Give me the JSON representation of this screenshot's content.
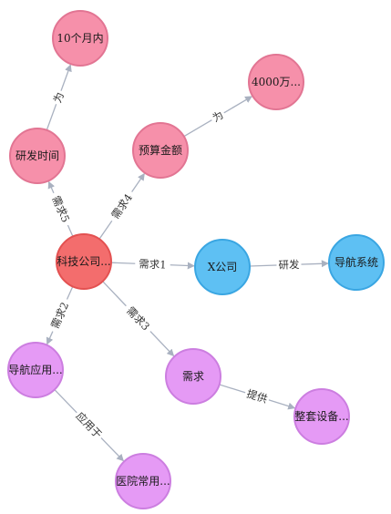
{
  "colors": {
    "company": {
      "fill": "#f36d6d",
      "stroke": "#e35151"
    },
    "attribute": {
      "fill": "#f690aa",
      "stroke": "#e27593"
    },
    "partner": {
      "fill": "#5ec0f3",
      "stroke": "#3aa6e2"
    },
    "requirement": {
      "fill": "#e59af5",
      "stroke": "#cc7ee0"
    },
    "edge": "#a9b1c0",
    "background": "#ffffff"
  },
  "nodes": [
    {
      "id": "company",
      "label": "科技公司...",
      "group": "company"
    },
    {
      "id": "dev_time",
      "label": "研发时间",
      "group": "attribute"
    },
    {
      "id": "ten_months",
      "label": "10个月内",
      "group": "attribute"
    },
    {
      "id": "budget",
      "label": "预算金额",
      "group": "attribute"
    },
    {
      "id": "forty_million",
      "label": "4000万...",
      "group": "attribute"
    },
    {
      "id": "x_company",
      "label": "X公司",
      "group": "partner"
    },
    {
      "id": "nav_system",
      "label": "导航系统",
      "group": "partner"
    },
    {
      "id": "nav_app",
      "label": "导航应用...",
      "group": "requirement"
    },
    {
      "id": "hospital",
      "label": "医院常用...",
      "group": "requirement"
    },
    {
      "id": "demand",
      "label": "需求",
      "group": "requirement"
    },
    {
      "id": "full_set",
      "label": "整套设备...",
      "group": "requirement"
    }
  ],
  "edges": [
    {
      "from": "company",
      "to": "dev_time",
      "label": "需求5"
    },
    {
      "from": "dev_time",
      "to": "ten_months",
      "label": "为"
    },
    {
      "from": "company",
      "to": "budget",
      "label": "需求4"
    },
    {
      "from": "budget",
      "to": "forty_million",
      "label": "为"
    },
    {
      "from": "company",
      "to": "x_company",
      "label": "需求1"
    },
    {
      "from": "x_company",
      "to": "nav_system",
      "label": "研发"
    },
    {
      "from": "company",
      "to": "nav_app",
      "label": "需求2"
    },
    {
      "from": "nav_app",
      "to": "hospital",
      "label": "应用于"
    },
    {
      "from": "company",
      "to": "demand",
      "label": "需求3"
    },
    {
      "from": "demand",
      "to": "full_set",
      "label": "提供"
    }
  ]
}
